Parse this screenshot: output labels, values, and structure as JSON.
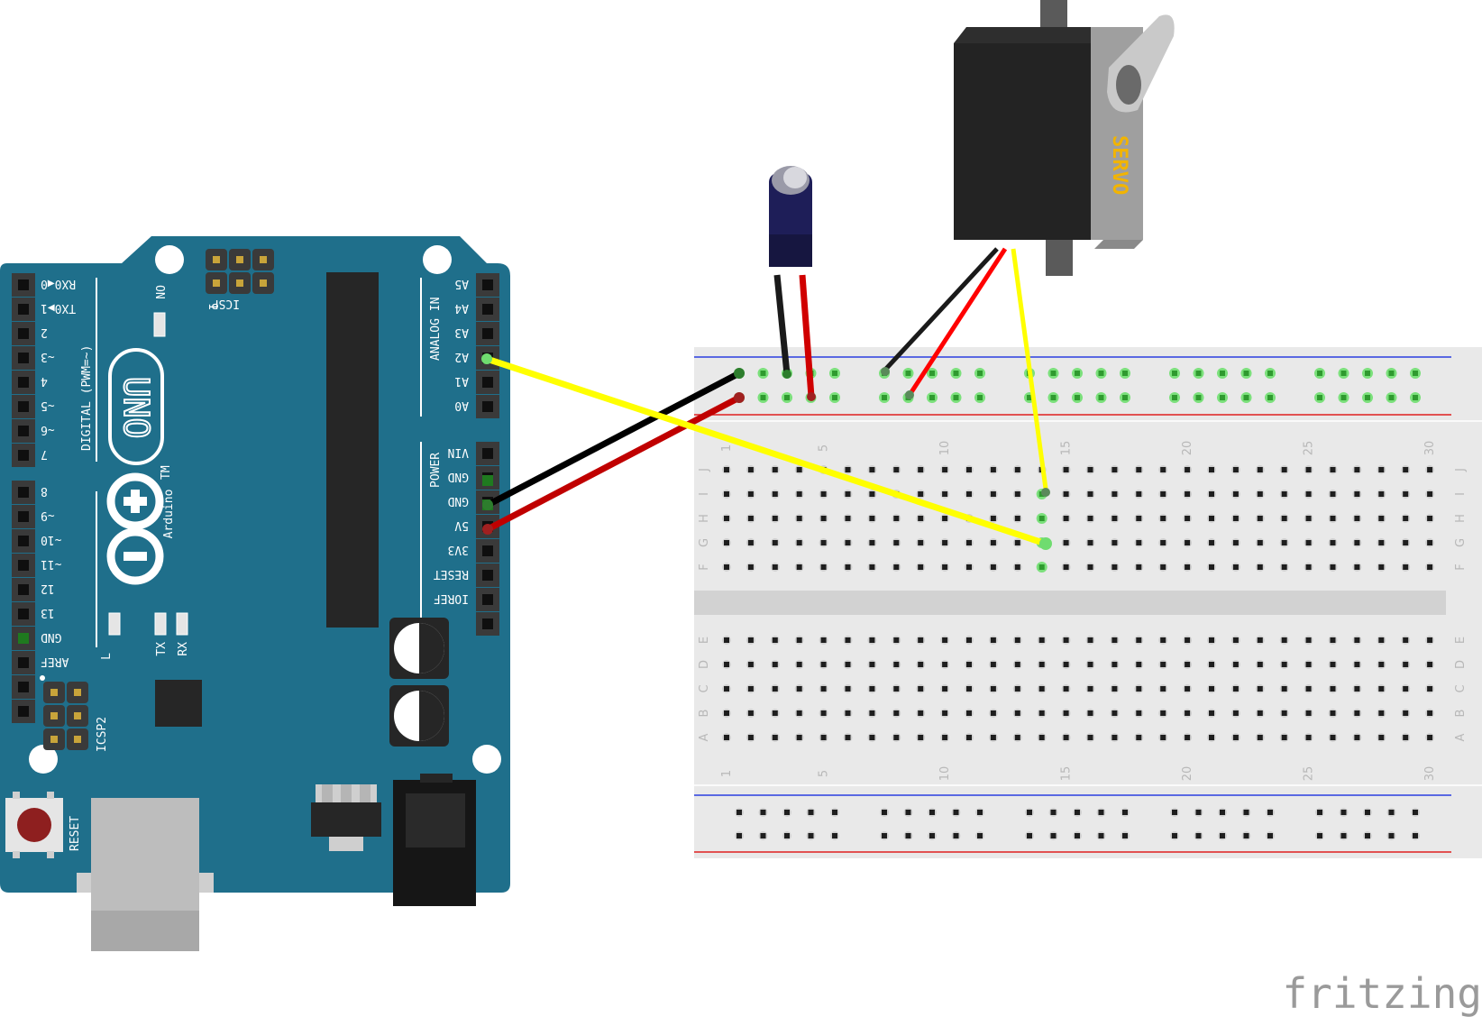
{
  "arduino": {
    "digital_pins": [
      "RX0◀0",
      "TX0▶1",
      "2",
      "~3",
      "4",
      "~5",
      "~6",
      "7",
      "8",
      "~9",
      "~10",
      "~11",
      "12",
      "13",
      "GND",
      "AREF"
    ],
    "digital_header": "DIGITAL (PWM=~)",
    "analog_pins": [
      "A5",
      "A4",
      "A3",
      "A2",
      "A1",
      "A0"
    ],
    "analog_header": "ANALOG IN",
    "power_pins": [
      "VIN",
      "GND",
      "GND",
      "5V",
      "3V3",
      "RESET",
      "IOREF"
    ],
    "power_header": "POWER",
    "model": "UNO",
    "brand": "Arduino",
    "tm": "TM",
    "on_label": "ON",
    "icsp_label": "ICSP",
    "icsp_pin1": "1",
    "icsp2_label": "ICSP2",
    "reset_label": "RESET",
    "led_labels": [
      "L",
      "TX",
      "RX"
    ],
    "board_color": "#1f6f8b"
  },
  "breadboard": {
    "column_marks": [
      "1",
      "5",
      "10",
      "15",
      "20",
      "25",
      "30"
    ],
    "top_rows": [
      "J",
      "I",
      "H",
      "G",
      "F"
    ],
    "bottom_rows": [
      "E",
      "D",
      "C",
      "B",
      "A"
    ]
  },
  "servo": {
    "label": "SERVO"
  },
  "wires": {
    "signal_color": "#ffff00",
    "ground_color": "#1a1a1a",
    "power_color": "#e00000"
  },
  "watermark": "fritzing"
}
